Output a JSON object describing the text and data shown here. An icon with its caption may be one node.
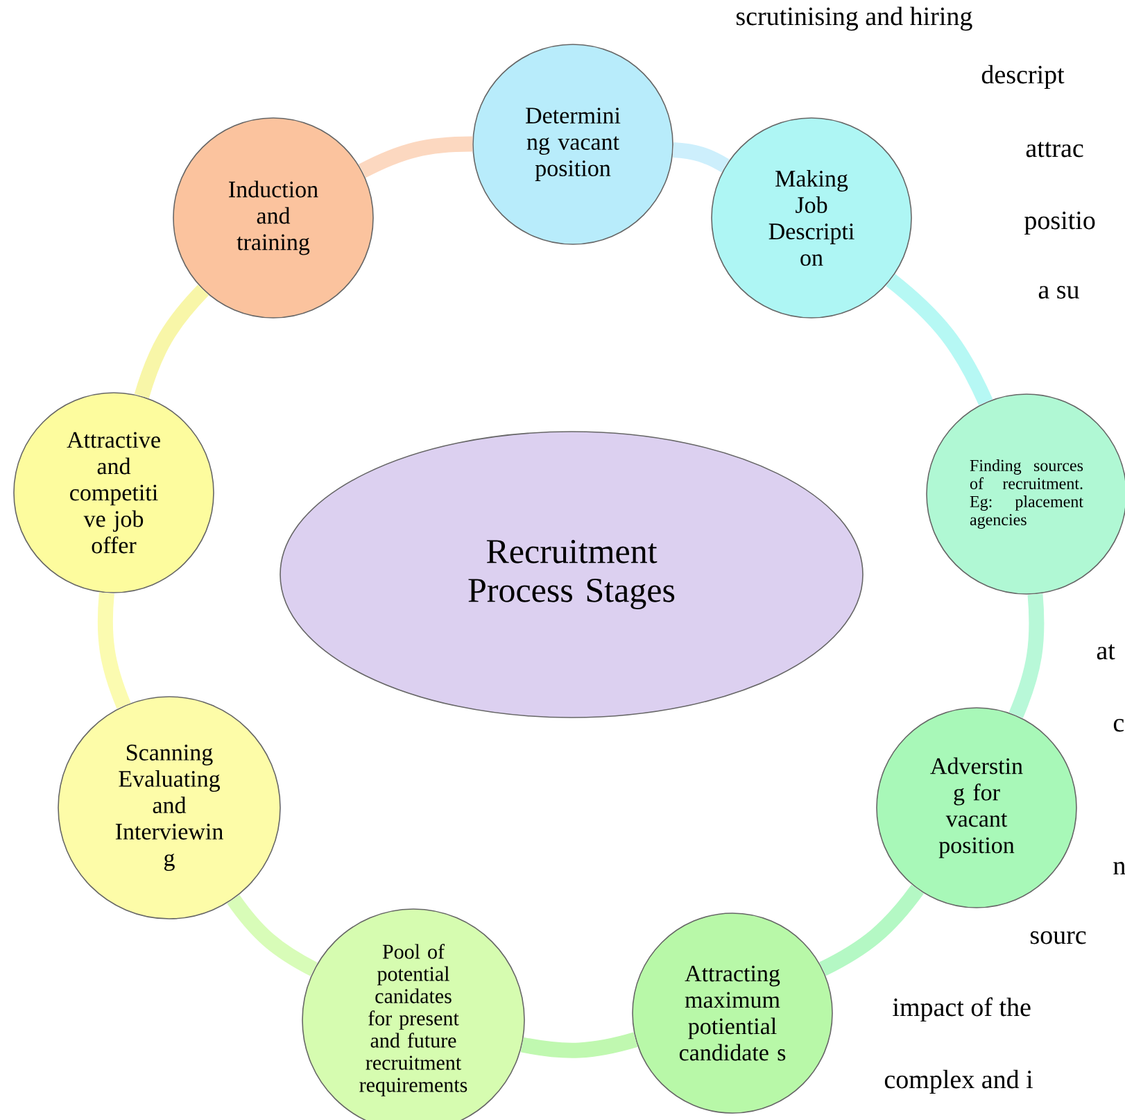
{
  "diagram": {
    "nodes": [
      {
        "text": [
          "Recruitment Process Stages"
        ]
      },
      {
        "text": [
          "Determini ng vacant position"
        ]
      },
      {
        "text": [
          "Making Job Descripti on"
        ]
      },
      {
        "text": [
          "Finding sources of recruitment. Eg: placement agencies"
        ]
      },
      {
        "text": [
          "Adverstin g for vacant position"
        ]
      },
      {
        "text": [
          "Attracting maximum potiential candidate s"
        ]
      },
      {
        "text": [
          "Pool of potential canidates for present and future recruitment requirements"
        ]
      },
      {
        "text": [
          "Scanning Evaluating and Interviewin g"
        ]
      },
      {
        "text": [
          "Attractive and competiti ve job offer"
        ]
      },
      {
        "text": [
          "Induction and training"
        ]
      }
    ],
    "edges": [
      {
        "from": 1,
        "to": 2,
        "arrow": "none",
        "color": "#cdeffc"
      },
      {
        "from": 2,
        "to": 3,
        "arrow": "none",
        "color": "#b6f8f4"
      },
      {
        "from": 3,
        "to": 4,
        "arrow": "none",
        "color": "#b8f8d8"
      },
      {
        "from": 4,
        "to": 5,
        "arrow": "none",
        "color": "#b4f8c4"
      },
      {
        "from": 5,
        "to": 6,
        "arrow": "none",
        "color": "#c0f8b0"
      },
      {
        "from": 6,
        "to": 7,
        "arrow": "none",
        "color": "#d8fcb8"
      },
      {
        "from": 7,
        "to": 8,
        "arrow": "none",
        "color": "#fbfbb0"
      },
      {
        "from": 8,
        "to": 9,
        "arrow": "none",
        "color": "#f8f6a8"
      },
      {
        "from": 9,
        "to": 1,
        "arrow": "none",
        "color": "#fcd8c0"
      }
    ],
    "labels": [
      "scrutinising and hiring",
      "descript",
      "attrac",
      "positio",
      "a su",
      "at",
      "c",
      "n",
      "sourc",
      "impact of the",
      "complex and i"
    ]
  }
}
